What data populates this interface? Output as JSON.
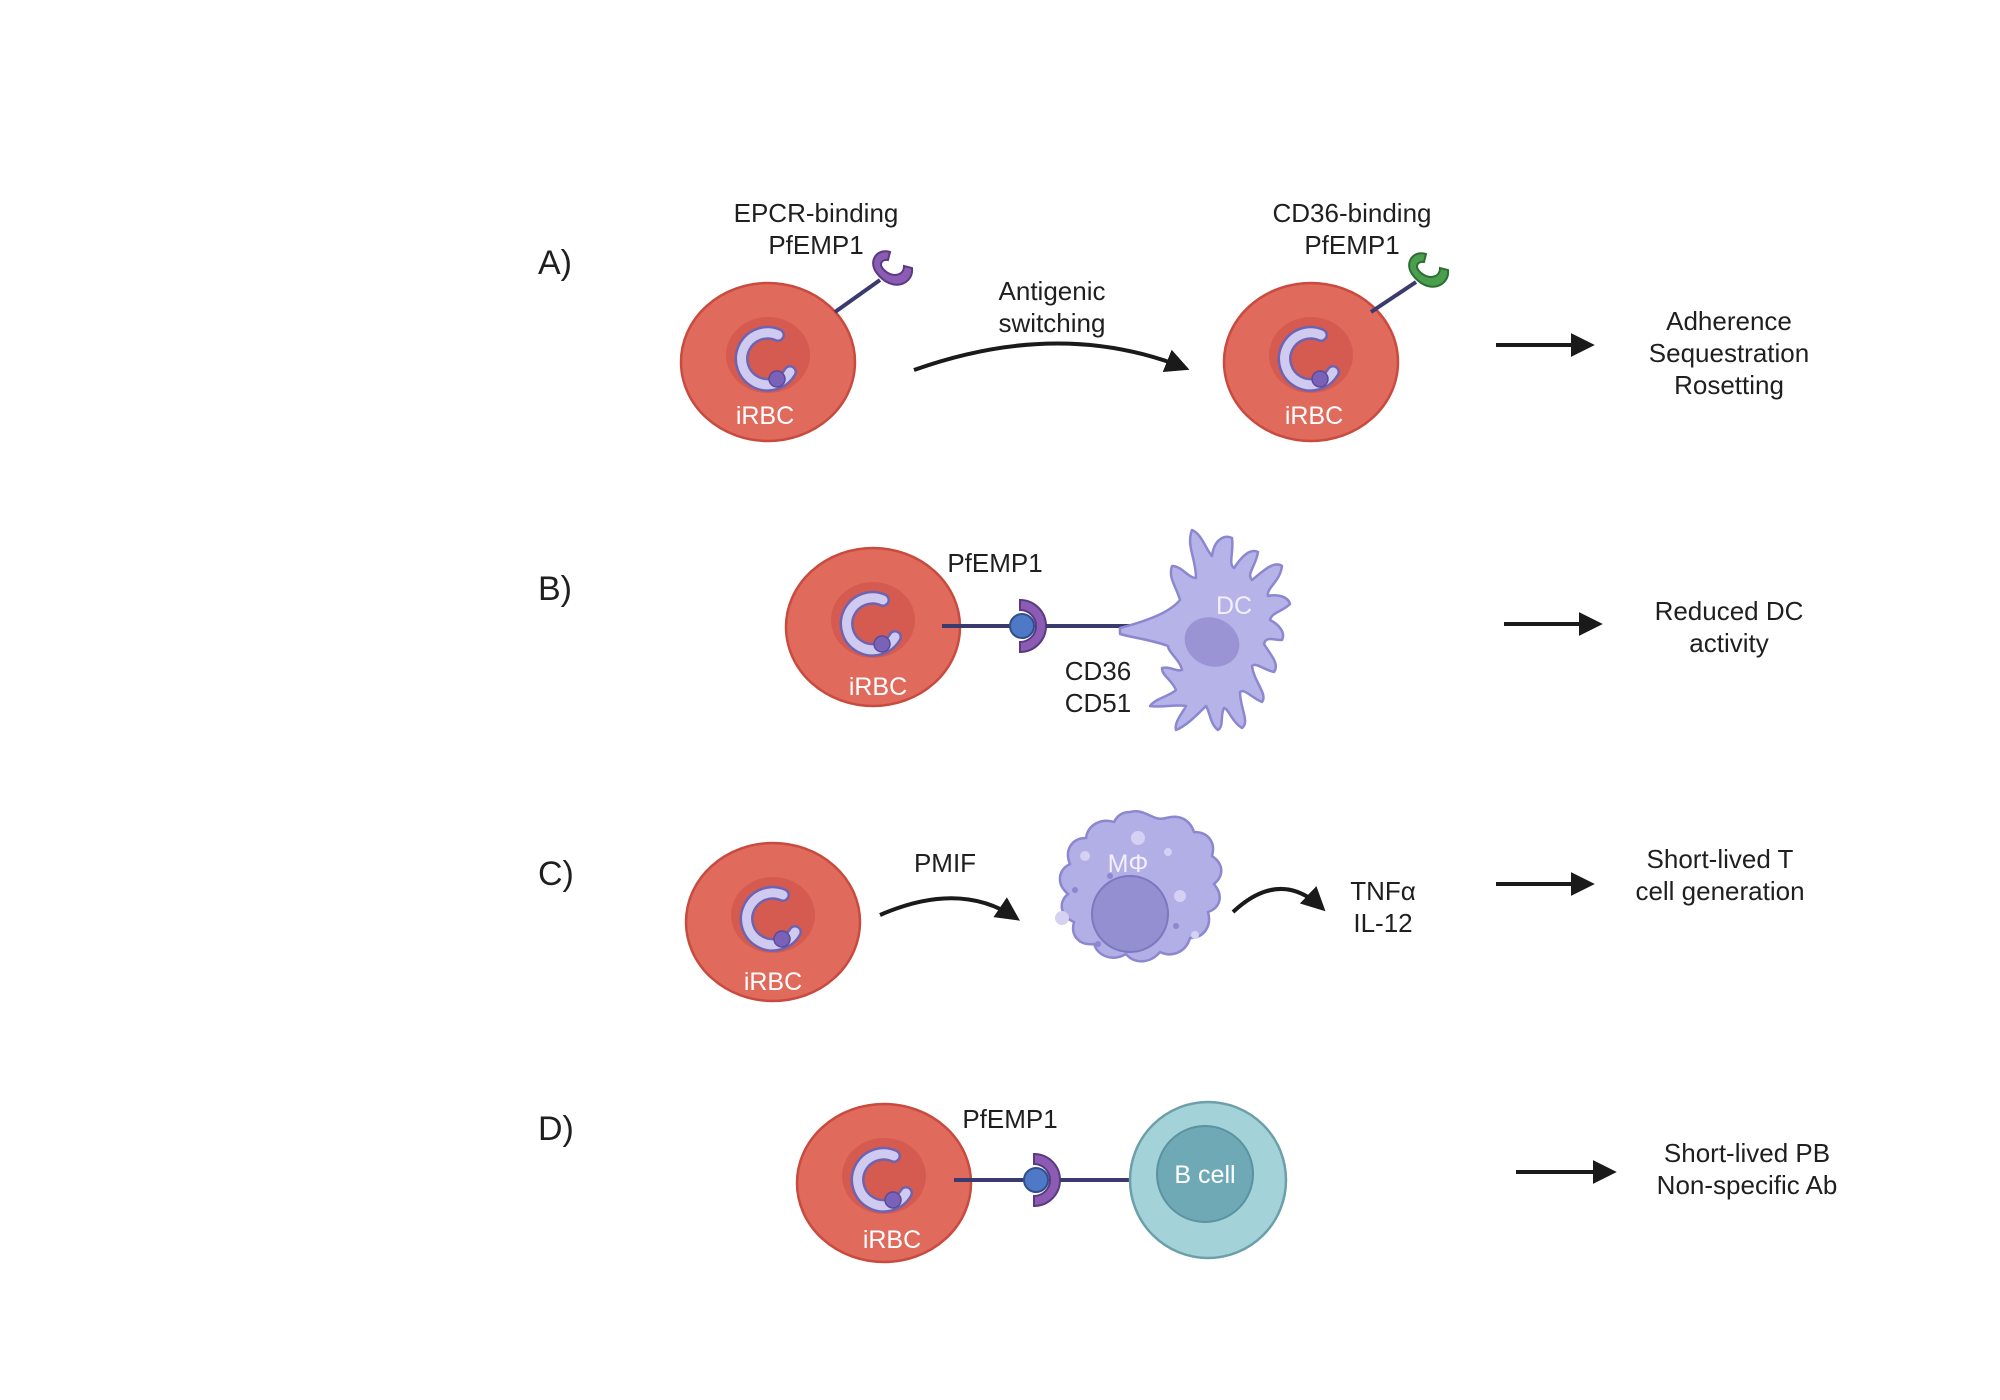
{
  "colors": {
    "rbc": "#e06a5c",
    "rbc_stroke": "#c94b40",
    "rbc_inner": "#d55a4f",
    "parasite": "#cfcaf0",
    "parasite_stroke": "#6f63b0",
    "pfemp1_purple": "#8c5bb3",
    "cd36_green": "#4a9e4e",
    "receptor_blue": "#4f79c6",
    "dc": "#b6b3e8",
    "macrophage": "#b2aee6",
    "bcell": "#a4d2d9",
    "bcell_nucleus": "#6fa9b6",
    "arrow": "#1a1a1a"
  },
  "panels": [
    {
      "letter": "A)",
      "left_label": [
        "EPCR-binding",
        "PfEMP1"
      ],
      "left_cell": "iRBC",
      "switch_label": [
        "Antigenic",
        "switching"
      ],
      "right_label": [
        "CD36-binding",
        "PfEMP1"
      ],
      "right_cell": "iRBC",
      "outcome": [
        "Adherence",
        "Sequestration",
        "Rosetting"
      ]
    },
    {
      "letter": "B)",
      "cell": "iRBC",
      "ligand": "PfEMP1",
      "receptors": [
        "CD36",
        "CD51"
      ],
      "target_cell": "DC",
      "outcome": [
        "Reduced DC",
        "activity"
      ]
    },
    {
      "letter": "C)",
      "cell": "iRBC",
      "mediator": "PMIF",
      "target_cell": "MΦ",
      "cytokines": [
        "TNFα",
        "IL-12"
      ],
      "outcome": [
        "Short-lived T",
        "cell generation"
      ]
    },
    {
      "letter": "D)",
      "cell": "iRBC",
      "ligand": "PfEMP1",
      "target_cell": "B cell",
      "outcome": [
        "Short-lived PB",
        "Non-specific Ab"
      ]
    }
  ]
}
